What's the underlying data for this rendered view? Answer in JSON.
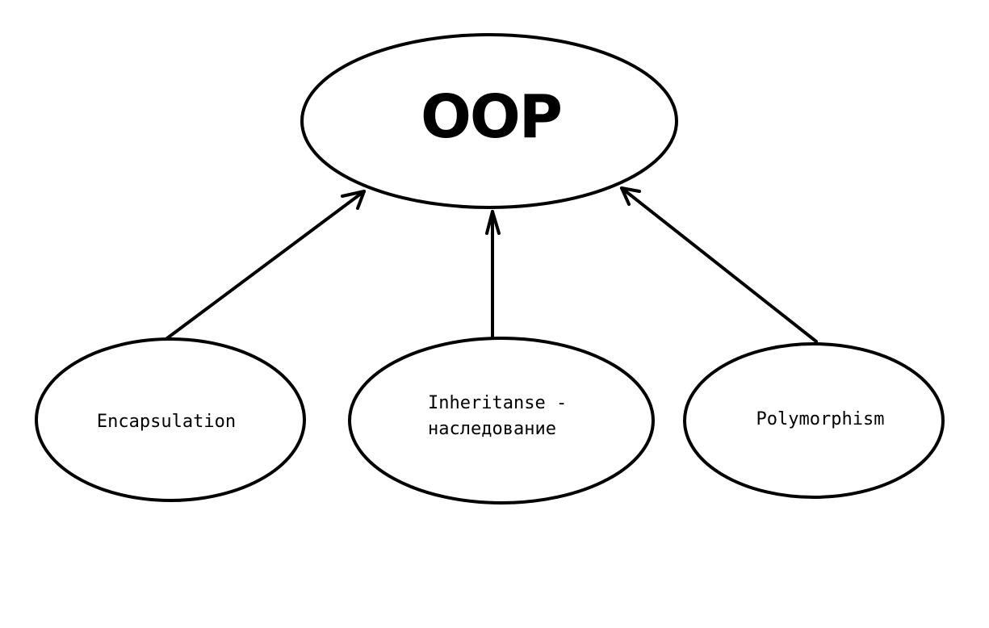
{
  "diagram": {
    "root": {
      "label": "OOP"
    },
    "children": [
      {
        "id": "encapsulation",
        "lines": [
          "Encapsulation"
        ]
      },
      {
        "id": "inheritance",
        "lines": [
          "Inheritanse -",
          "наследование"
        ]
      },
      {
        "id": "polymorphism",
        "lines": [
          "Polymorphism"
        ]
      }
    ],
    "edges": [
      {
        "from": "encapsulation",
        "to": "root"
      },
      {
        "from": "inheritance",
        "to": "root"
      },
      {
        "from": "polymorphism",
        "to": "root"
      }
    ],
    "colors": {
      "stroke": "#000000",
      "background": "#ffffff",
      "text": "#000000"
    }
  }
}
